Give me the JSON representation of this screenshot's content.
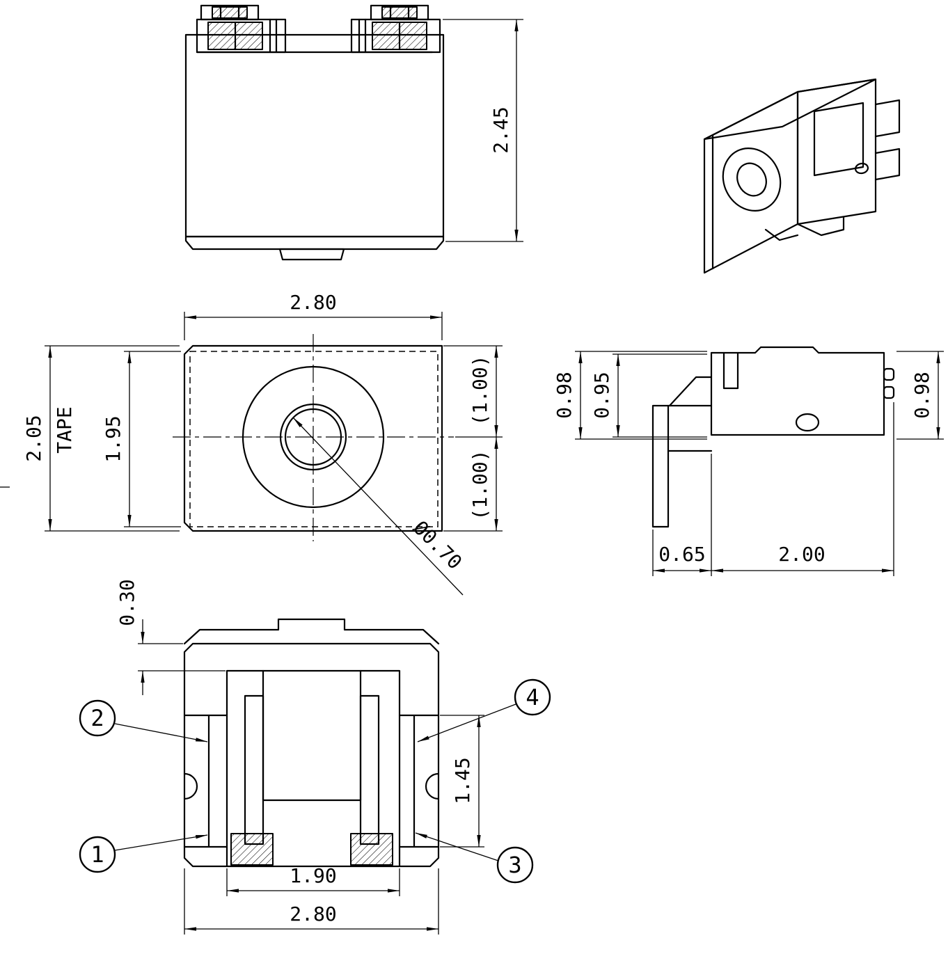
{
  "page": {
    "background": "#ffffff",
    "line_color": "#000000"
  },
  "drawing": {
    "front_view": {
      "dim_height": "2.45"
    },
    "plan_view": {
      "dim_width": "2.80",
      "dim_tape": "2.05",
      "tape_label": "TAPE",
      "dim_body": "1.95",
      "dim_upper_half": "(1.00)",
      "dim_lower_half": "(1.00)",
      "dim_hole": "Ø0.70"
    },
    "side_view": {
      "dim_height_left": "0.98",
      "dim_height_inner": "0.95",
      "dim_height_right": "0.98",
      "dim_tape_offset": "0.65",
      "dim_depth": "2.00"
    },
    "bottom_view": {
      "dim_wall": "0.30",
      "dim_contact_span": "1.45",
      "dim_inner_width": "1.90",
      "dim_width": "2.80",
      "callouts": [
        "1",
        "2",
        "3",
        "4"
      ]
    }
  }
}
